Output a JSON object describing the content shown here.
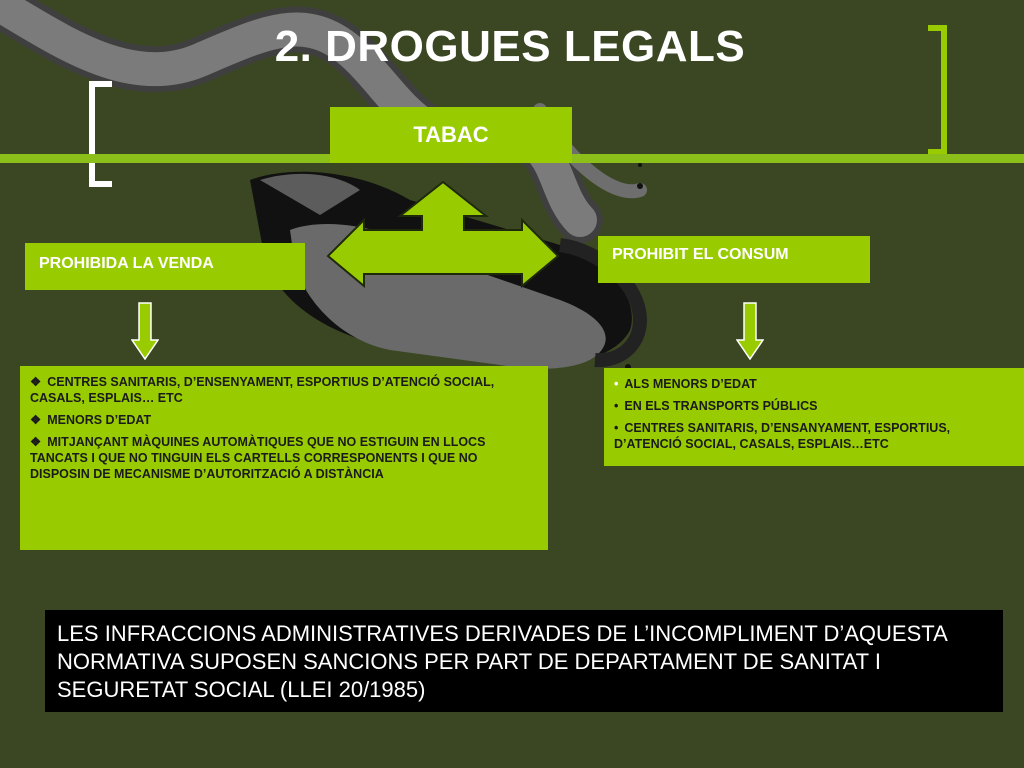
{
  "slide": {
    "title": "2. DROGUES LEGALS",
    "center_label": "TABAC",
    "left_label": "PROHIBIDA LA VENDA",
    "right_label": "PROHIBIT EL CONSUM",
    "left_items": [
      "CENTRES SANITARIS, D’ENSENYAMENT, ESPORTIUS D’ATENCIÓ SOCIAL, CASALS, ESPLAIS… ETC",
      "MENORS D’EDAT",
      "MITJANÇANT MÀQUINES AUTOMÀTIQUES QUE NO ESTIGUIN EN LLOCS TANCATS I QUE NO TINGUIN ELS CARTELLS CORRESPONENTS I QUE NO DISPOSIN DE MECANISME D’AUTORITZACIÓ A DISTÀNCIA"
    ],
    "left_bullet_symbol": "❖",
    "right_items": [
      "ALS MENORS D’EDAT",
      "EN ELS TRANSPORTS PÚBLICS",
      "CENTRES SANITARIS, D’ENSANYAMENT, ESPORTIUS, D’ATENCIÓ SOCIAL, CASALS, ESPLAIS…ETC"
    ],
    "right_bullet_symbol": "•",
    "notice": "LES INFRACCIONS ADMINISTRATIVES DERIVADES DE L’INCOMPLIMENT D’AQUESTA NORMATIVA SUPOSEN SANCIONS PER PART DE DEPARTAMENT DE SANITAT I SEGURETAT SOCIAL (LLEI 20/1985)"
  },
  "colors": {
    "background": "#3b4722",
    "accent_green": "#99cc00",
    "notice_bg": "#000000"
  },
  "icons": {
    "background": "cigarette-butt-illustration",
    "center_arrow": "three-way-arrow-icon",
    "left_arrow": "down-arrow-icon",
    "right_arrow": "down-arrow-icon",
    "brackets": "bracket-decoration"
  }
}
